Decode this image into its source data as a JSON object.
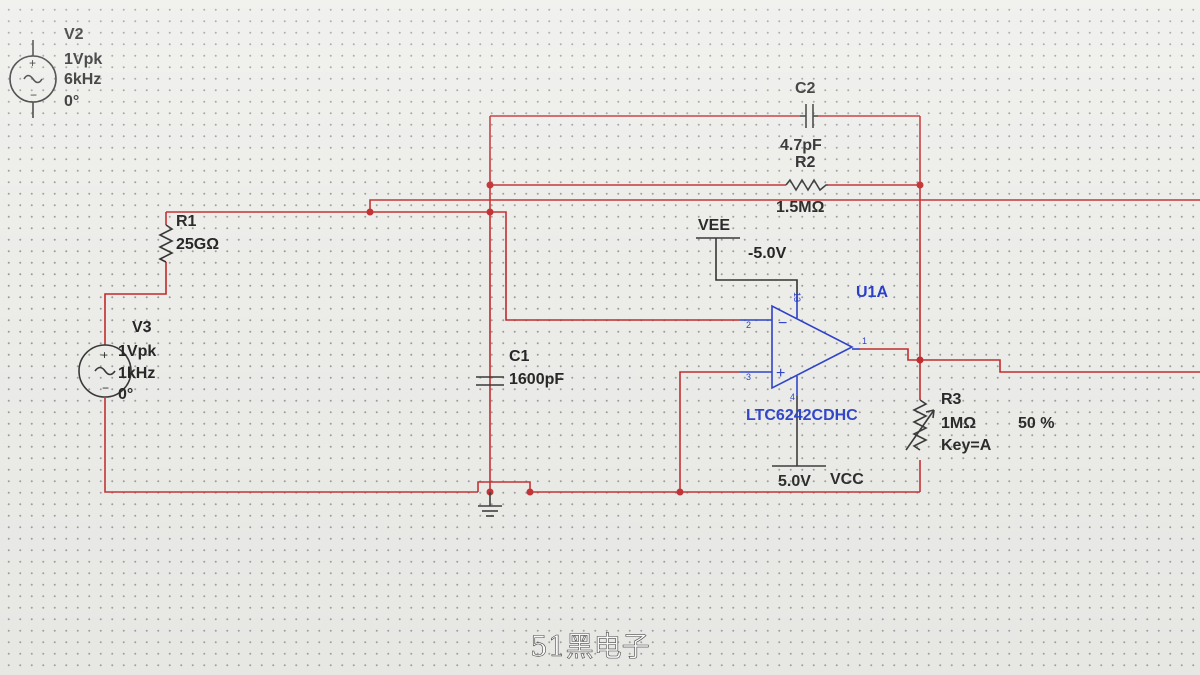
{
  "components": {
    "v2": {
      "ref": "V2",
      "amplitude": "1Vpk",
      "frequency": "6kHz",
      "phase": "0°"
    },
    "v3": {
      "ref": "V3",
      "amplitude": "1Vpk",
      "frequency": "1kHz",
      "phase": "0°"
    },
    "r1": {
      "ref": "R1",
      "value": "25GΩ"
    },
    "r2": {
      "ref": "R2",
      "value": "1.5MΩ"
    },
    "r3": {
      "ref": "R3",
      "value": "1MΩ",
      "key": "Key=A",
      "percent": "50 %"
    },
    "c1": {
      "ref": "C1",
      "value": "1600pF"
    },
    "c2": {
      "ref": "C2",
      "value": "4.7pF"
    },
    "u1": {
      "ref": "U1A",
      "part": "LTC6242CDHC",
      "pins": {
        "inv": "2",
        "noninv": "3",
        "out": "1",
        "vplus": "13",
        "vminus": "4"
      }
    },
    "vee": {
      "name": "VEE",
      "voltage": "-5.0V"
    },
    "vcc": {
      "name": "VCC",
      "voltage": "5.0V"
    }
  },
  "watermark": "51黑电子",
  "colors": {
    "wire": "#c0282a",
    "opamp": "#2a3fc8",
    "grid_dot": "#9a9a9a",
    "background": "#ecece9"
  }
}
